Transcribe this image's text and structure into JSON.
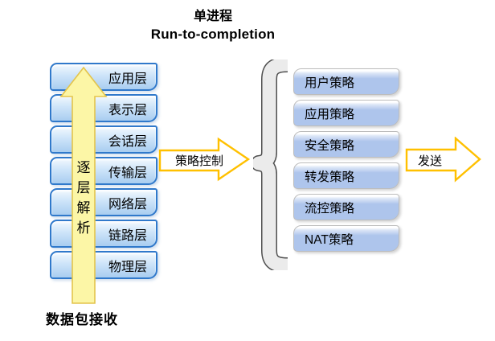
{
  "title": {
    "line1": "单进程",
    "line2": "Run-to-completion"
  },
  "left_stack": {
    "layers": [
      "应用层",
      "表示层",
      "会话层",
      "传输层",
      "网络层",
      "链路层",
      "物理层"
    ],
    "up_arrow_label": "逐层解析",
    "bottom_label": "数据包接收"
  },
  "policy_flow": {
    "control_label": "策略控制",
    "send_label": "发送"
  },
  "policy_stack": {
    "items": [
      "用户策略",
      "应用策略",
      "安全策略",
      "转发策略",
      "流控策略",
      "NAT策略"
    ]
  },
  "colors": {
    "accent_gold": "#FFC000",
    "layer_border": "#3079CB",
    "layer_fill_top": "#F2F9FE",
    "layer_fill_mid": "#CDE4F9",
    "layer_fill_bottom": "#A9CDF0",
    "policy_fill": "#AEC5EC",
    "big_arrow_fill": "#FCF6A6",
    "big_arrow_border": "#E3C44C",
    "brace_fill": "#EBEBEB",
    "brace_border": "#4F4F4F",
    "text_color": "#000000"
  }
}
